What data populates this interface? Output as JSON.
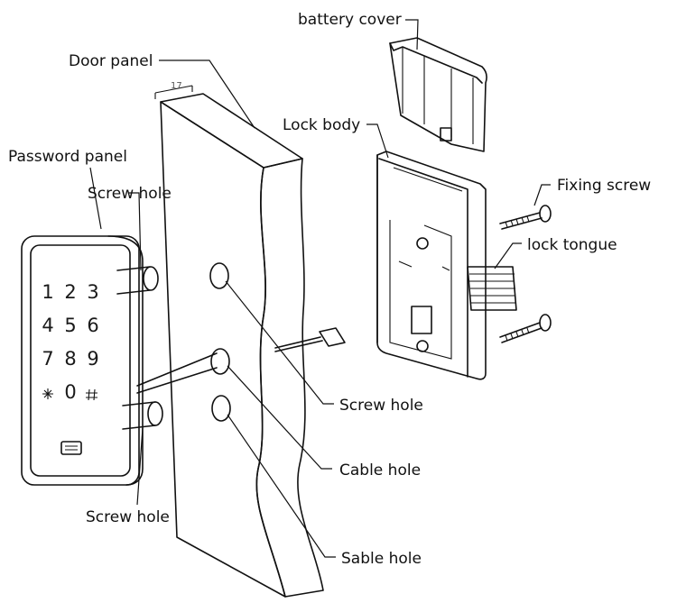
{
  "labels": {
    "battery_cover": "battery cover",
    "door_panel": "Door panel",
    "lock_body": "Lock body",
    "password_panel": "Password panel",
    "screw_hole_top": "Screw hole",
    "fixing_screw": "Fixing screw",
    "lock_tongue": "lock tongue",
    "screw_hole_mid": "Screw hole",
    "cable_hole": "Cable hole",
    "screw_hole_bottom": "Screw hole",
    "sable_hole": "Sable hole"
  },
  "dimension": "17",
  "keypad": {
    "keys": [
      "1",
      "2",
      "3",
      "4",
      "5",
      "6",
      "7",
      "8",
      "9",
      "",
      "0",
      ""
    ]
  }
}
